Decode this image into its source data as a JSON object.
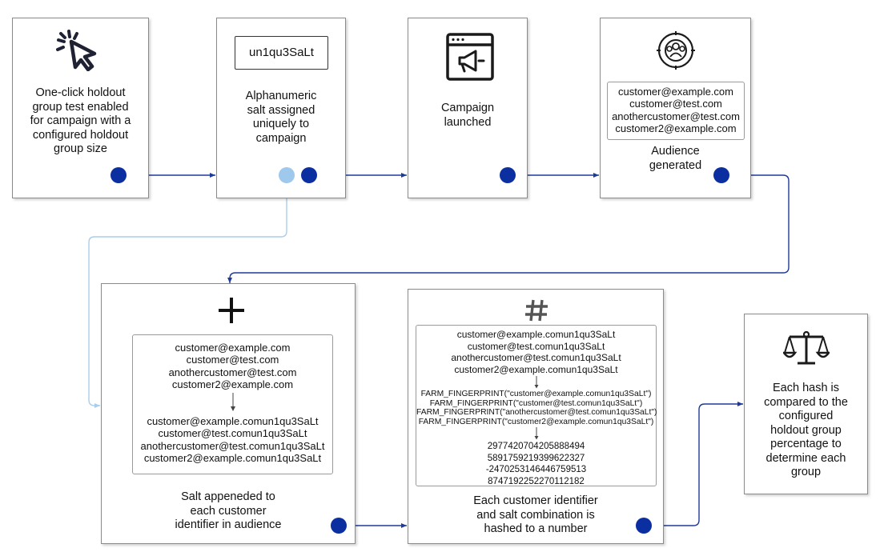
{
  "box1": {
    "caption": [
      "One-click holdout",
      "group test enabled",
      "for campaign with a",
      "configured holdout",
      "group size"
    ]
  },
  "box2": {
    "salt": "un1qu3SaLt",
    "caption": [
      "Alphanumeric",
      "salt assigned",
      "uniquely to",
      "campaign"
    ]
  },
  "box3": {
    "caption": [
      "Campaign",
      "launched"
    ]
  },
  "box4": {
    "emails": [
      "customer@example.com",
      "customer@test.com",
      "anothercustomer@test.com",
      "customer2@example.com"
    ],
    "caption": [
      "Audience",
      "generated"
    ]
  },
  "box5": {
    "emails": [
      "customer@example.com",
      "customer@test.com",
      "anothercustomer@test.com",
      "customer2@example.com"
    ],
    "salted": [
      "customer@example.comun1qu3SaLt",
      "customer@test.comun1qu3SaLt",
      "anothercustomer@test.comun1qu3SaLt",
      "customer2@example.comun1qu3SaLt"
    ],
    "caption": [
      "Salt appeneded to",
      "each customer",
      "identifier in audience"
    ]
  },
  "box6": {
    "salted": [
      "customer@example.comun1qu3SaLt",
      "customer@test.comun1qu3SaLt",
      "anothercustomer@test.comun1qu3SaLt",
      "customer2@example.comun1qu3SaLt"
    ],
    "functions": [
      "FARM_FINGERPRINT(\"customer@example.comun1qu3SaLt\")",
      "FARM_FINGERPRINT(\"customer@test.comun1qu3SaLt\")",
      "FARM_FINGERPRINT(\"anothercustomer@test.comun1qu3SaLt\")",
      "FARM_FINGERPRINT(\"customer2@example.comun1qu3SaLt\")"
    ],
    "hashes": [
      "2977420704205888494",
      "5891759219399622327",
      "-2470253146446759513",
      "8747192252270112182"
    ],
    "caption": [
      "Each customer identifier",
      "and salt combination is",
      "hashed to a number"
    ]
  },
  "box7": {
    "caption": [
      "Each hash is",
      "compared to the",
      "configured",
      "holdout group",
      "percentage to",
      "determine each",
      "group"
    ]
  },
  "colors": {
    "connector": "#1e3a9a",
    "node": "#0b2fa0",
    "salt_connector": "#a9cdeb",
    "salt_node": "#9ec9ec"
  },
  "icons": [
    "click-cursor-icon",
    "campaign-megaphone-icon",
    "audience-target-icon",
    "plus-icon",
    "hash-icon",
    "scales-icon"
  ]
}
